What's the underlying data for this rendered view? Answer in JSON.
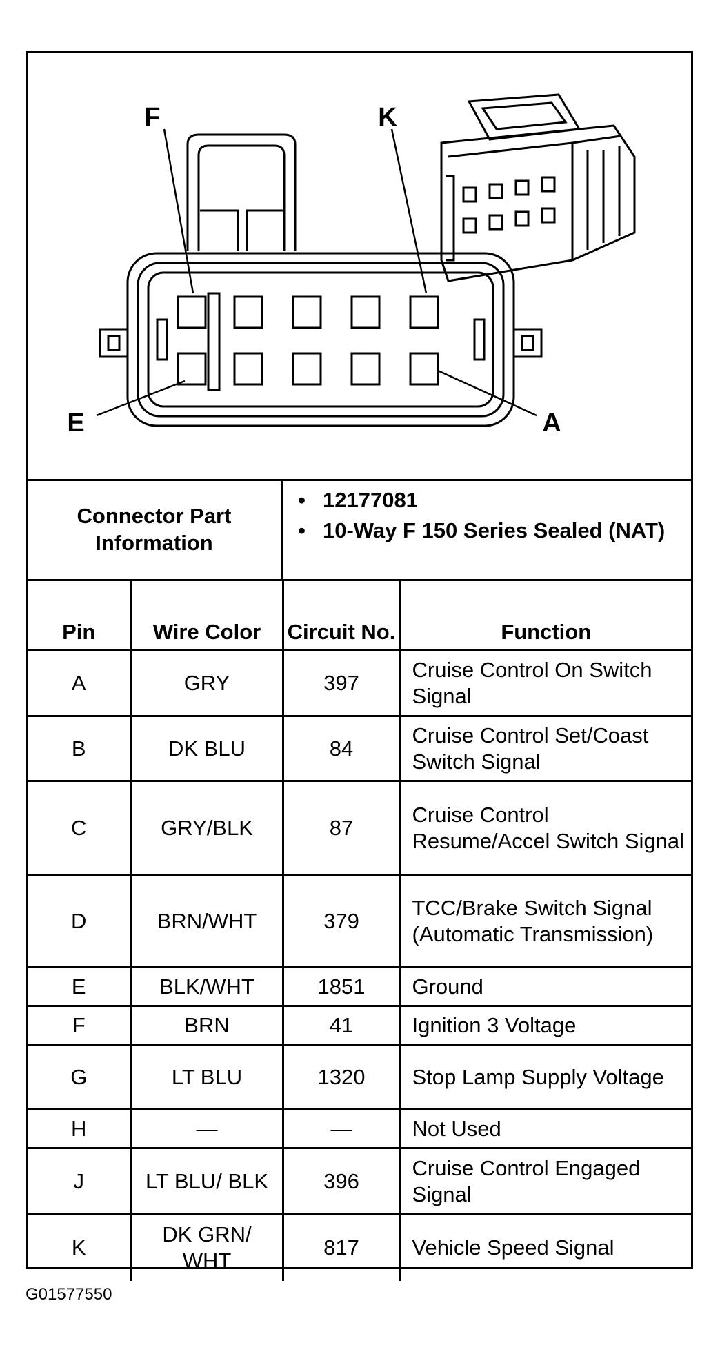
{
  "callouts": {
    "top_left": "F",
    "top_right": "K",
    "bottom_left": "E",
    "bottom_right": "A"
  },
  "connector_info": {
    "label": "Connector Part Information",
    "items": [
      "12177081",
      "10-Way F 150 Series Sealed (NAT)"
    ]
  },
  "table": {
    "headers": [
      "Pin",
      "Wire Color",
      "Circuit No.",
      "Function"
    ],
    "rows": [
      {
        "pin": "A",
        "color": "GRY",
        "circuit": "397",
        "function": "Cruise Control On Switch Signal"
      },
      {
        "pin": "B",
        "color": "DK BLU",
        "circuit": "84",
        "function": "Cruise Control Set/Coast Switch Signal"
      },
      {
        "pin": "C",
        "color": "GRY/BLK",
        "circuit": "87",
        "function": "Cruise Control Resume/Accel Switch Signal"
      },
      {
        "pin": "D",
        "color": "BRN/WHT",
        "circuit": "379",
        "function": "TCC/Brake Switch Signal (Automatic Transmission)"
      },
      {
        "pin": "E",
        "color": "BLK/WHT",
        "circuit": "1851",
        "function": "Ground"
      },
      {
        "pin": "F",
        "color": "BRN",
        "circuit": "41",
        "function": "Ignition 3 Voltage"
      },
      {
        "pin": "G",
        "color": "LT BLU",
        "circuit": "1320",
        "function": "Stop Lamp Supply Voltage"
      },
      {
        "pin": "H",
        "color": "—",
        "circuit": "—",
        "function": "Not Used"
      },
      {
        "pin": "J",
        "color": "LT BLU/ BLK",
        "circuit": "396",
        "function": "Cruise Control Engaged Signal"
      },
      {
        "pin": "K",
        "color": "DK GRN/ WHT",
        "circuit": "817",
        "function": "Vehicle Speed Signal"
      }
    ]
  },
  "figure_id": "G01577550"
}
